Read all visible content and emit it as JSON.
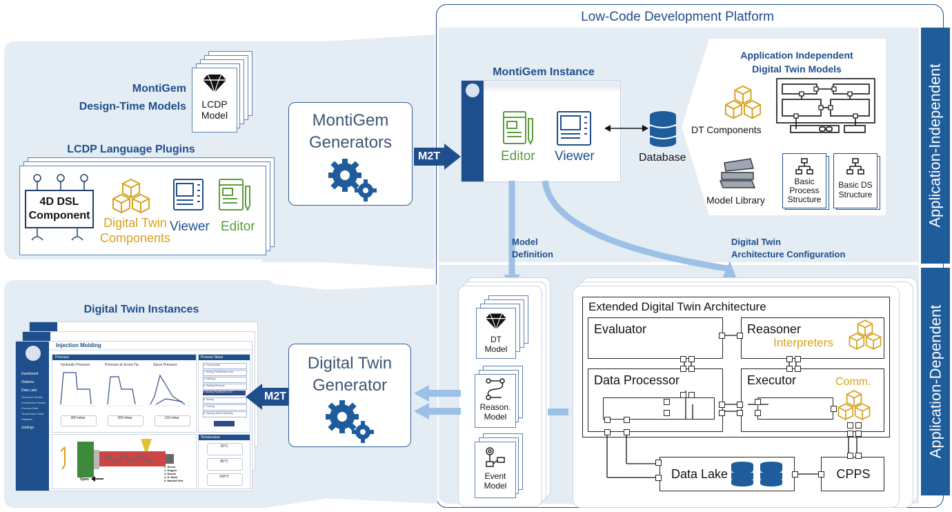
{
  "platform": {
    "title": "Low-Code Development Platform",
    "band_top": "Application-Independent",
    "band_bottom": "Application-Dependent"
  },
  "design_time": {
    "title_line1": "MontiGem",
    "title_line2": "Design-Time Models",
    "lcdp_model": "LCDP\nModel",
    "plugins_title": "LCDP Language Plugins",
    "component_label": "4D DSL\nComponent",
    "dt_components": "Digital Twin\nComponents",
    "viewer": "Viewer",
    "editor": "Editor"
  },
  "generators": {
    "montigem_line1": "MontiGem",
    "montigem_line2": "Generators",
    "dt_line1": "Digital Twin",
    "dt_line2": "Generator",
    "m2t_top": "M2T",
    "m2t_bottom": "M2T"
  },
  "instance": {
    "title": "MontiGem Instance",
    "editor": "Editor",
    "viewer": "Viewer",
    "database": "Database"
  },
  "independent_models": {
    "title_line1": "Application Independent",
    "title_line2": "Digital Twin Models",
    "dt_components": "DT Components",
    "model_library": "Model Library",
    "basic_process": "Basic\nProcess\nStructure",
    "basic_ds": "Basic DS\nStructure"
  },
  "flows": {
    "model_definition": "Model\nDefinition",
    "architecture_config": "Digital Twin\nArchitecture Configuration"
  },
  "dt_models": {
    "dt_model": "DT\nModel",
    "reason_model": "Reason.\nModel",
    "event_model": "Event\nModel"
  },
  "architecture": {
    "title": "Extended Digital Twin Architecture",
    "evaluator": "Evaluator",
    "reasoner": "Reasoner",
    "interpreters": "Interpreters",
    "data_processor": "Data Processor",
    "executor": "Executor",
    "comm": "Comm.",
    "data_lake": "Data Lake",
    "cpps": "CPPS"
  },
  "instances": {
    "title": "Digital Twin Instances",
    "app_title": "Injection Molding",
    "nav": [
      "Dashboard",
      "Stations",
      "Data Lake",
      "Settings"
    ],
    "subnav": [
      "Structural Models",
      "Architecture Models",
      "Process Data",
      "Temperature Data",
      "Statistics"
    ],
    "pressure_header": "Pressure",
    "steps_header": "Process Steps",
    "chart_titles": [
      "Hydraulic Pressure",
      "Pressure at Screw Tip",
      "Sprue Pressure"
    ],
    "values": [
      "300 mbar",
      "200 mbar",
      "133 mbar"
    ],
    "temperature_header": "Temperature",
    "temps": [
      "20°C",
      "80°C",
      "100°C"
    ],
    "steps": [
      "1. Closing Mold",
      "2. Moving Plastification Unit",
      "3. Injecting",
      "4. Holding Pressure",
      "5. Moving Plastification Unit",
      "6. Dosing",
      "7. Cooling",
      "8. Opening Mold & Ejecting"
    ],
    "machine_parts": "1. Screw\n2. Hopper\n3. Nozzle\n4. H. Mold\n5. Molded Part",
    "open_label": "Open"
  },
  "colors": {
    "accent_blue": "#1f4e8c",
    "band_blue": "#1f5c9c",
    "gold": "#d6a21e",
    "green": "#5b9a3c",
    "panel": "#e4ecf4",
    "arrow_light": "#9cc0e6"
  }
}
